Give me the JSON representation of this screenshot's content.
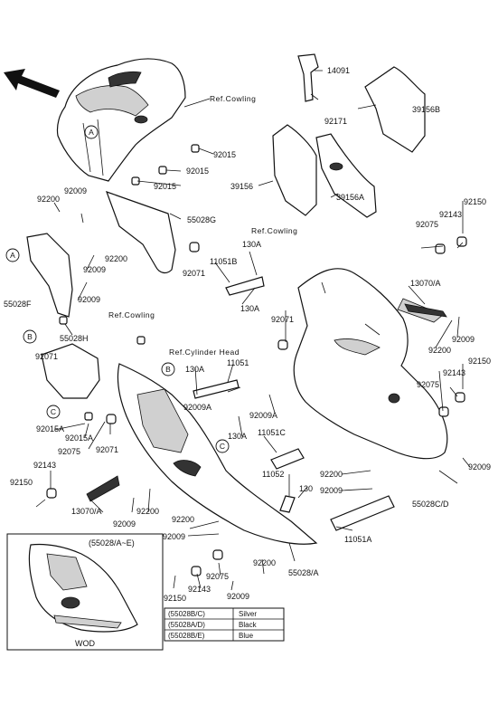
{
  "diagram_title": "",
  "ref_labels": {
    "cowling_top": "Ref.Cowling",
    "cowling_mid": "Ref.Cowling",
    "cowling_left": "Ref.Cowling",
    "cylinder_head": "Ref.Cylinder Head"
  },
  "callouts": {
    "a": "A",
    "b": "B",
    "c": "C"
  },
  "part_labels": [
    "14091",
    "92171",
    "39156B",
    "39156",
    "39156A",
    "92015",
    "92015",
    "92015",
    "92200",
    "92009",
    "55028G",
    "92200",
    "92009",
    "92009",
    "92071",
    "55028F",
    "55028H",
    "92071",
    "92150",
    "92143",
    "92075",
    "130A",
    "11051B",
    "130A",
    "92071",
    "13070/A",
    "92009",
    "92200",
    "92150",
    "92143",
    "92075",
    "130A",
    "11051",
    "92009A",
    "92009A",
    "130A",
    "92015A",
    "92015A",
    "92075",
    "92071",
    "11051C",
    "92143",
    "92150",
    "13070/A",
    "92009",
    "92200",
    "92200",
    "92009",
    "130",
    "11052",
    "55028C/D",
    "11051A",
    "92200",
    "92009",
    "92075",
    "92200",
    "55028/A",
    "92150",
    "92143",
    "92009",
    "92009"
  ],
  "inset": {
    "header": "(55028/A~E)",
    "caption": "WOD"
  },
  "color_table": [
    {
      "part": "(55028B/C)",
      "color": "Silver"
    },
    {
      "part": "(55028A/D)",
      "color": "Black"
    },
    {
      "part": "(55028B/E)",
      "color": "Blue"
    }
  ]
}
